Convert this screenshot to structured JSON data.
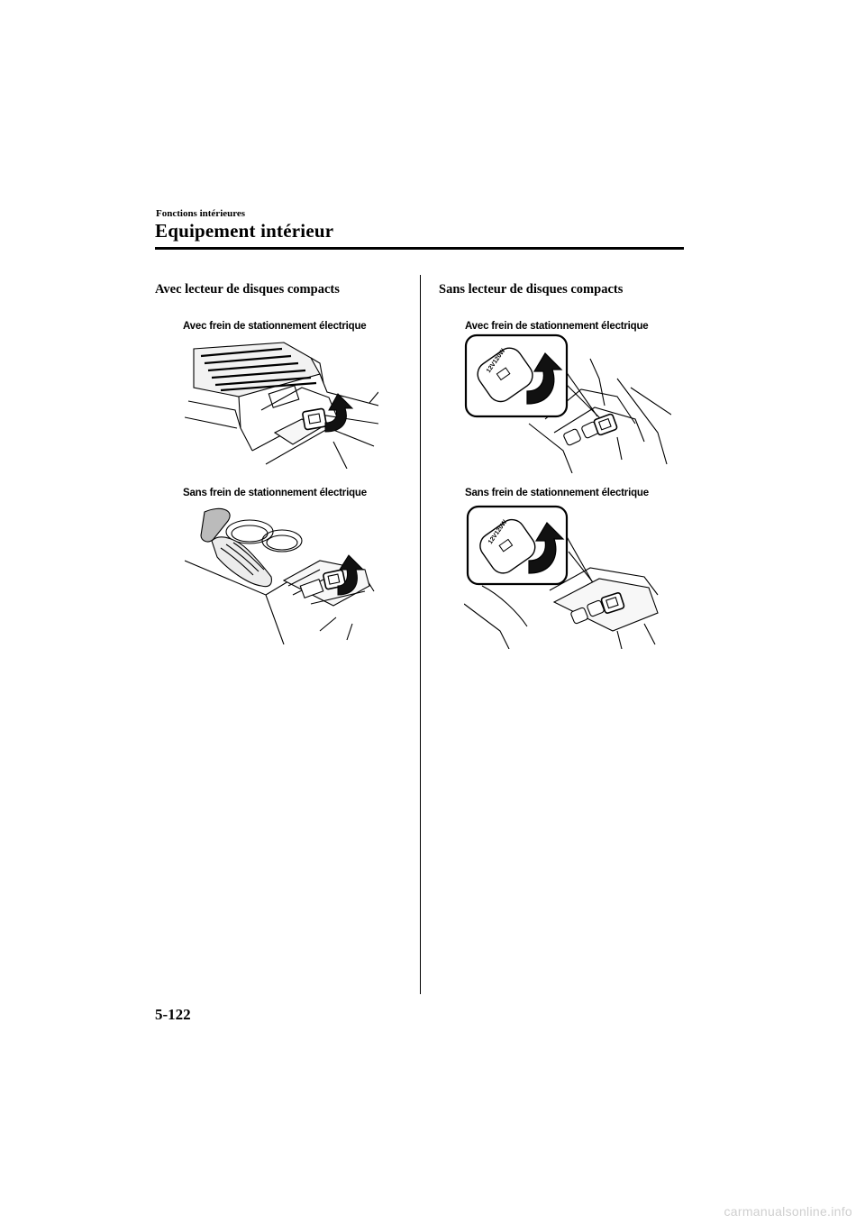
{
  "header": {
    "section": "Fonctions intérieures",
    "title": "Equipement intérieur"
  },
  "left_column": {
    "heading": "Avec lecteur de disques compacts",
    "figure_labels": [
      "Avec frein de stationnement électrique",
      "Sans frein de stationnement électrique"
    ]
  },
  "right_column": {
    "heading": "Sans lecteur de disques compacts",
    "figure_labels": [
      "Avec frein de stationnement électrique",
      "Sans frein de stationnement électrique"
    ],
    "inset_labels": [
      "12V120W",
      "12V120W"
    ]
  },
  "footer": {
    "page_number": "5-122",
    "watermark": "carmanualsonline.info"
  }
}
